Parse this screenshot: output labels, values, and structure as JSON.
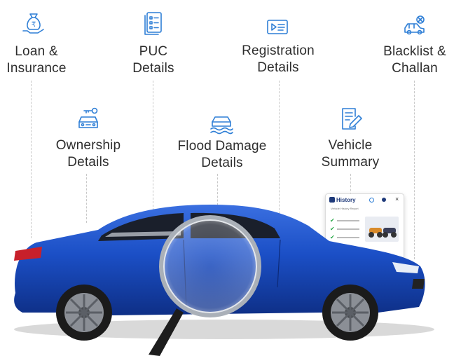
{
  "features": [
    {
      "id": "loan",
      "lines": [
        "Loan &",
        "Insurance"
      ],
      "icon": "money-bag-hand-icon"
    },
    {
      "id": "puc",
      "lines": [
        "PUC",
        "Details"
      ],
      "icon": "document-list-icon"
    },
    {
      "id": "registration",
      "lines": [
        "Registration",
        "Details"
      ],
      "icon": "rc-card-icon"
    },
    {
      "id": "blacklist",
      "lines": [
        "Blacklist &",
        "Challan"
      ],
      "icon": "car-ban-icon"
    },
    {
      "id": "ownership",
      "lines": [
        "Ownership",
        "Details"
      ],
      "icon": "car-key-icon"
    },
    {
      "id": "flood",
      "lines": [
        "Flood Damage",
        "Details"
      ],
      "icon": "flooded-car-icon"
    },
    {
      "id": "summary",
      "lines": [
        "Vehicle",
        "Summary"
      ],
      "icon": "document-edit-icon"
    }
  ],
  "history_card": {
    "title": "History",
    "subtitle": "Vehicle History Report"
  },
  "colors": {
    "icon": "#2f7fd6",
    "car_body": "#1a4fc4",
    "text": "#2d2d2d",
    "dash": "#c8c8c8",
    "check": "#2aa84a"
  }
}
